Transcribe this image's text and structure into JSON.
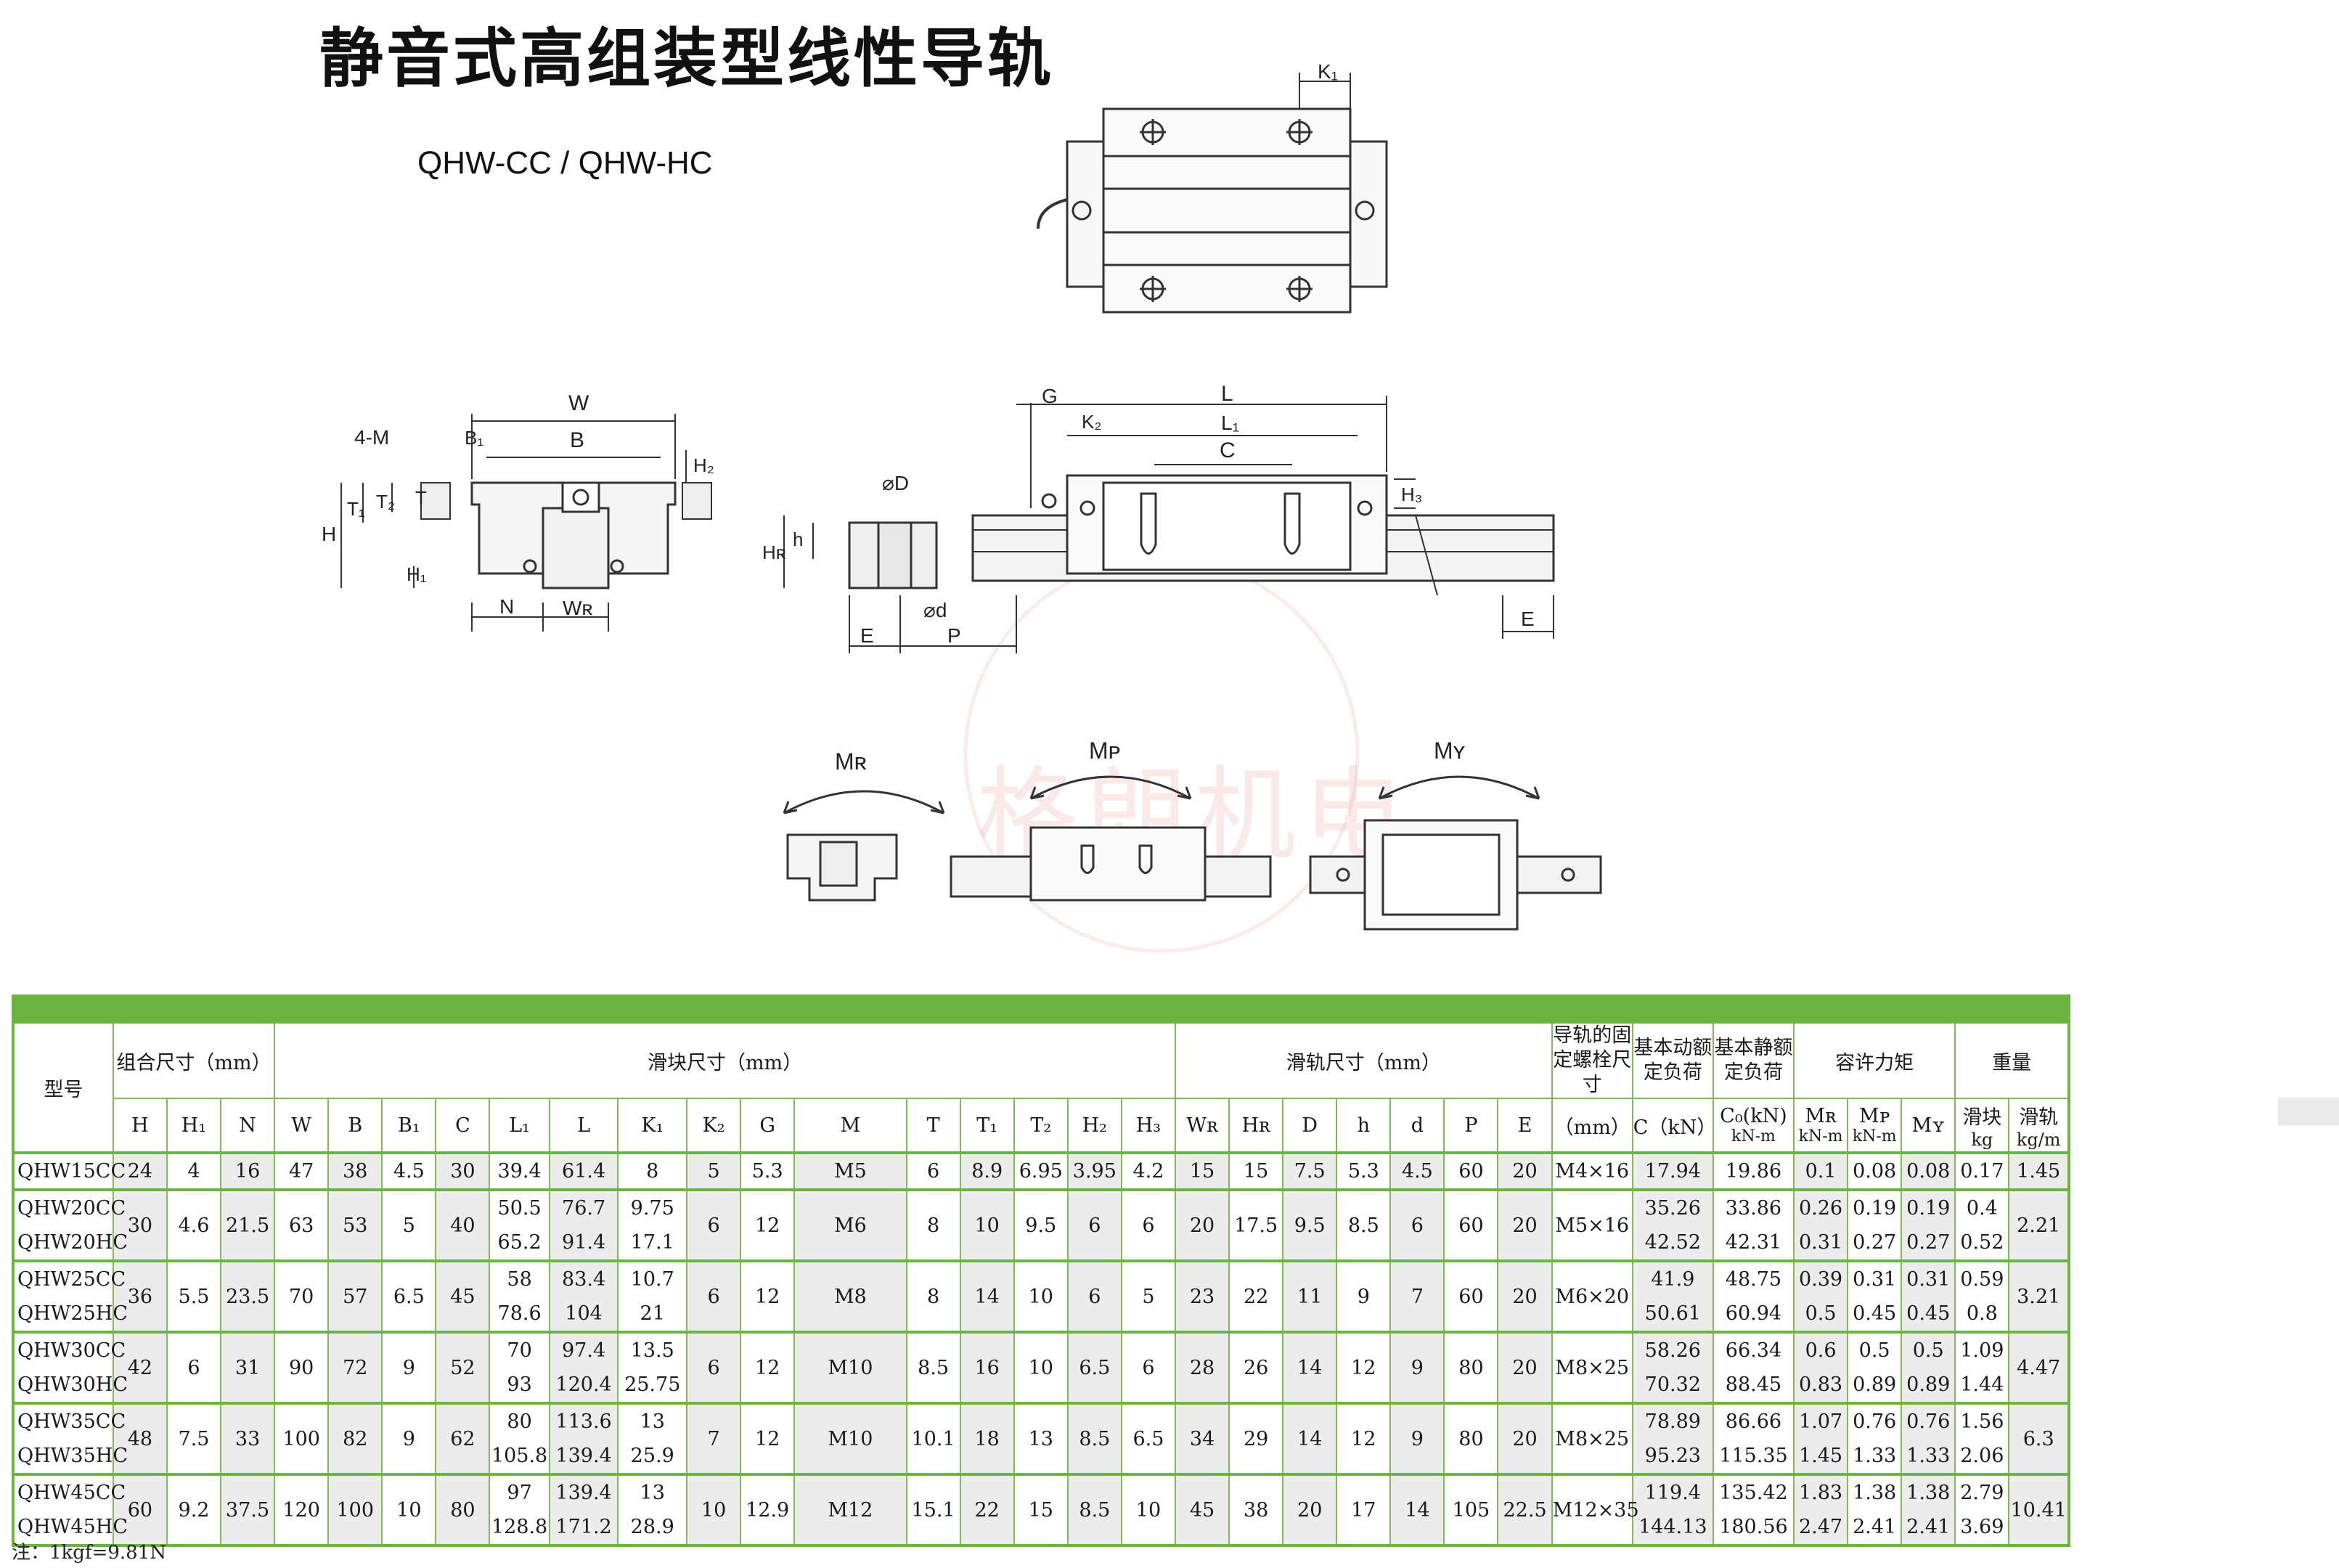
{
  "title": "静音式高组装型线性导轨",
  "subtitle": "QHW-CC / QHW-HC",
  "watermark": "格朗机电",
  "drawing_labels": {
    "k1": "K₁",
    "w": "W",
    "b1": "B₁",
    "b": "B",
    "h2": "H₂",
    "four_m": "4-M",
    "t": "T",
    "t1": "T₁",
    "t2": "T₂",
    "h": "H",
    "h1": "H₁",
    "n": "N",
    "wr": "Wʀ",
    "g": "G",
    "l": "L",
    "k2": "K₂",
    "l1": "L₁",
    "c": "C",
    "h3": "H₃",
    "phi_d_big": "⌀D",
    "hr": "Hʀ",
    "h_small": "h",
    "phi_d_small": "⌀d",
    "e": "E",
    "p": "P",
    "mr": "Mʀ",
    "mp": "Mᴘ",
    "my": "Mʏ"
  },
  "table": {
    "group_headers": {
      "model": "型号",
      "assembly": "组合尺寸（mm）",
      "block": "滑块尺寸（mm）",
      "rail": "滑轨尺寸（mm）",
      "rail_bolt": "导轨的固定螺栓尺寸",
      "dynamic_load": "基本动额定负荷",
      "static_load": "基本静额定负荷",
      "moment": "容许力矩",
      "weight": "重量"
    },
    "sub_headers": [
      "H",
      "H₁",
      "N",
      "W",
      "B",
      "B₁",
      "C",
      "L₁",
      "L",
      "K₁",
      "K₂",
      "G",
      "M",
      "T",
      "T₁",
      "T₂",
      "H₂",
      "H₃",
      "Wʀ",
      "Hʀ",
      "D",
      "h",
      "d",
      "P",
      "E",
      "（mm）",
      "C（kN）",
      "C₀(kN)",
      "Mʀ",
      "Mᴘ",
      "Mʏ",
      "滑块",
      "滑轨"
    ],
    "moment_unit": "kN-m",
    "weight_units": [
      "kg",
      "kg/m"
    ],
    "groups": [
      {
        "rows": [
          {
            "model": "QHW15CC",
            "L1": "39.4",
            "L": "61.4",
            "K1": "8",
            "C": "19.86",
            "Cd": "17.94",
            "MR": "0.1",
            "MP": "0.08",
            "MY": "0.08",
            "block_kg": "0.17"
          }
        ],
        "shared": {
          "H": "24",
          "H1": "4",
          "N": "16",
          "W": "47",
          "B": "38",
          "B1": "4.5",
          "Cc": "30",
          "K2": "5",
          "G": "5.3",
          "M": "M5",
          "T": "6",
          "T1": "8.9",
          "T2": "6.95",
          "H2": "3.95",
          "H3": "4.2",
          "WR": "15",
          "HR": "15",
          "D": "7.5",
          "h": "5.3",
          "d": "4.5",
          "P": "60",
          "E": "20",
          "bolt": "M4×16",
          "rail_kgm": "1.45"
        }
      },
      {
        "rows": [
          {
            "model": "QHW20CC",
            "L1": "50.5",
            "L": "76.7",
            "K1": "9.75",
            "C": "33.86",
            "Cd": "35.26",
            "MR": "0.26",
            "MP": "0.19",
            "MY": "0.19",
            "block_kg": "0.4"
          },
          {
            "model": "QHW20HC",
            "L1": "65.2",
            "L": "91.4",
            "K1": "17.1",
            "C": "42.31",
            "Cd": "42.52",
            "MR": "0.31",
            "MP": "0.27",
            "MY": "0.27",
            "block_kg": "0.52"
          }
        ],
        "shared": {
          "H": "30",
          "H1": "4.6",
          "N": "21.5",
          "W": "63",
          "B": "53",
          "B1": "5",
          "Cc": "40",
          "K2": "6",
          "G": "12",
          "M": "M6",
          "T": "8",
          "T1": "10",
          "T2": "9.5",
          "H2": "6",
          "H3": "6",
          "WR": "20",
          "HR": "17.5",
          "D": "9.5",
          "h": "8.5",
          "d": "6",
          "P": "60",
          "E": "20",
          "bolt": "M5×16",
          "rail_kgm": "2.21"
        }
      },
      {
        "rows": [
          {
            "model": "QHW25CC",
            "L1": "58",
            "L": "83.4",
            "K1": "10.7",
            "C": "48.75",
            "Cd": "41.9",
            "MR": "0.39",
            "MP": "0.31",
            "MY": "0.31",
            "block_kg": "0.59"
          },
          {
            "model": "QHW25HC",
            "L1": "78.6",
            "L": "104",
            "K1": "21",
            "C": "60.94",
            "Cd": "50.61",
            "MR": "0.5",
            "MP": "0.45",
            "MY": "0.45",
            "block_kg": "0.8"
          }
        ],
        "shared": {
          "H": "36",
          "H1": "5.5",
          "N": "23.5",
          "W": "70",
          "B": "57",
          "B1": "6.5",
          "Cc": "45",
          "K2": "6",
          "G": "12",
          "M": "M8",
          "T": "8",
          "T1": "14",
          "T2": "10",
          "H2": "6",
          "H3": "5",
          "WR": "23",
          "HR": "22",
          "D": "11",
          "h": "9",
          "d": "7",
          "P": "60",
          "E": "20",
          "bolt": "M6×20",
          "rail_kgm": "3.21"
        }
      },
      {
        "rows": [
          {
            "model": "QHW30CC",
            "L1": "70",
            "L": "97.4",
            "K1": "13.5",
            "C": "66.34",
            "Cd": "58.26",
            "MR": "0.6",
            "MP": "0.5",
            "MY": "0.5",
            "block_kg": "1.09"
          },
          {
            "model": "QHW30HC",
            "L1": "93",
            "L": "120.4",
            "K1": "25.75",
            "C": "88.45",
            "Cd": "70.32",
            "MR": "0.83",
            "MP": "0.89",
            "MY": "0.89",
            "block_kg": "1.44"
          }
        ],
        "shared": {
          "H": "42",
          "H1": "6",
          "N": "31",
          "W": "90",
          "B": "72",
          "B1": "9",
          "Cc": "52",
          "K2": "6",
          "G": "12",
          "M": "M10",
          "T": "8.5",
          "T1": "16",
          "T2": "10",
          "H2": "6.5",
          "H3": "6",
          "WR": "28",
          "HR": "26",
          "D": "14",
          "h": "12",
          "d": "9",
          "P": "80",
          "E": "20",
          "bolt": "M8×25",
          "rail_kgm": "4.47"
        }
      },
      {
        "rows": [
          {
            "model": "QHW35CC",
            "L1": "80",
            "L": "113.6",
            "K1": "13",
            "C": "86.66",
            "Cd": "78.89",
            "MR": "1.07",
            "MP": "0.76",
            "MY": "0.76",
            "block_kg": "1.56"
          },
          {
            "model": "QHW35HC",
            "L1": "105.8",
            "L": "139.4",
            "K1": "25.9",
            "C": "115.35",
            "Cd": "95.23",
            "MR": "1.45",
            "MP": "1.33",
            "MY": "1.33",
            "block_kg": "2.06"
          }
        ],
        "shared": {
          "H": "48",
          "H1": "7.5",
          "N": "33",
          "W": "100",
          "B": "82",
          "B1": "9",
          "Cc": "62",
          "K2": "7",
          "G": "12",
          "M": "M10",
          "T": "10.1",
          "T1": "18",
          "T2": "13",
          "H2": "8.5",
          "H3": "6.5",
          "WR": "34",
          "HR": "29",
          "D": "14",
          "h": "12",
          "d": "9",
          "P": "80",
          "E": "20",
          "bolt": "M8×25",
          "rail_kgm": "6.3"
        }
      },
      {
        "rows": [
          {
            "model": "QHW45CC",
            "L1": "97",
            "L": "139.4",
            "K1": "13",
            "C": "135.42",
            "Cd": "119.4",
            "MR": "1.83",
            "MP": "1.38",
            "MY": "1.38",
            "block_kg": "2.79"
          },
          {
            "model": "QHW45HC",
            "L1": "128.8",
            "L": "171.2",
            "K1": "28.9",
            "C": "180.56",
            "Cd": "144.13",
            "MR": "2.47",
            "MP": "2.41",
            "MY": "2.41",
            "block_kg": "3.69"
          }
        ],
        "shared": {
          "H": "60",
          "H1": "9.2",
          "N": "37.5",
          "W": "120",
          "B": "100",
          "B1": "10",
          "Cc": "80",
          "K2": "10",
          "G": "12.9",
          "M": "M12",
          "T": "15.1",
          "T1": "22",
          "T2": "15",
          "H2": "8.5",
          "H3": "10",
          "WR": "45",
          "HR": "38",
          "D": "20",
          "h": "17",
          "d": "14",
          "P": "105",
          "E": "22.5",
          "bolt": "M12×35",
          "rail_kgm": "10.41"
        }
      }
    ]
  },
  "footnote": "注：1kgf=9.81N"
}
